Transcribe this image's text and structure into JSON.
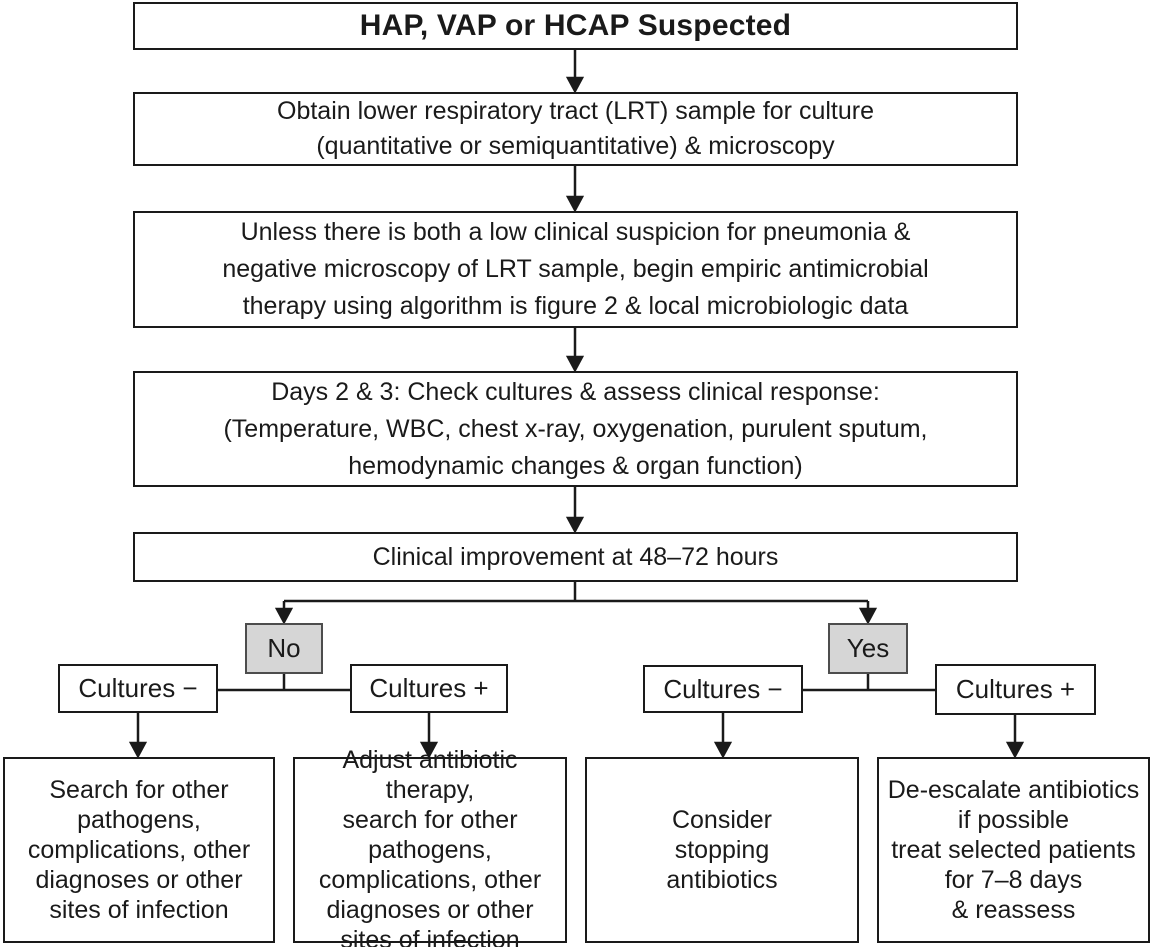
{
  "diagram": {
    "title": "HAP, VAP or HCAP Suspected",
    "step_obtain_sample": "Obtain lower respiratory tract (LRT) sample for culture\n(quantitative or semiquantitative) & microscopy",
    "step_empiric_therapy": "Unless there is both a low clinical suspicion for pneumonia &\nnegative microscopy of LRT sample, begin empiric antimicrobial\ntherapy using algorithm is figure 2 & local microbiologic data",
    "step_check_cultures": "Days 2 & 3: Check cultures & assess clinical response:\n(Temperature, WBC, chest x-ray, oxygenation, purulent sputum,\nhemodynamic changes & organ function)",
    "decision_improvement": "Clinical improvement at 48–72 hours",
    "branch_no": "No",
    "branch_yes": "Yes",
    "no_cultures_negative": "Cultures −",
    "no_cultures_positive": "Cultures +",
    "yes_cultures_negative": "Cultures −",
    "yes_cultures_positive": "Cultures +",
    "outcome_search_pathogens": "Search for other\npathogens,\ncomplications, other\ndiagnoses or other\nsites of infection",
    "outcome_adjust_therapy": "Adjust antibiotic therapy,\nsearch for other\npathogens,\ncomplications, other\ndiagnoses or other\nsites of infection",
    "outcome_consider_stopping": "Consider\nstopping\nantibiotics",
    "outcome_deescalate": "De-escalate antibiotics\nif possible\ntreat selected patients\nfor 7–8 days\n& reassess"
  },
  "colors": {
    "box_border": "#1a1a1a",
    "text": "#1a1a1a",
    "decision_fill": "#d6d6d6",
    "decision_border": "#4d4d4d",
    "background": "#ffffff"
  }
}
